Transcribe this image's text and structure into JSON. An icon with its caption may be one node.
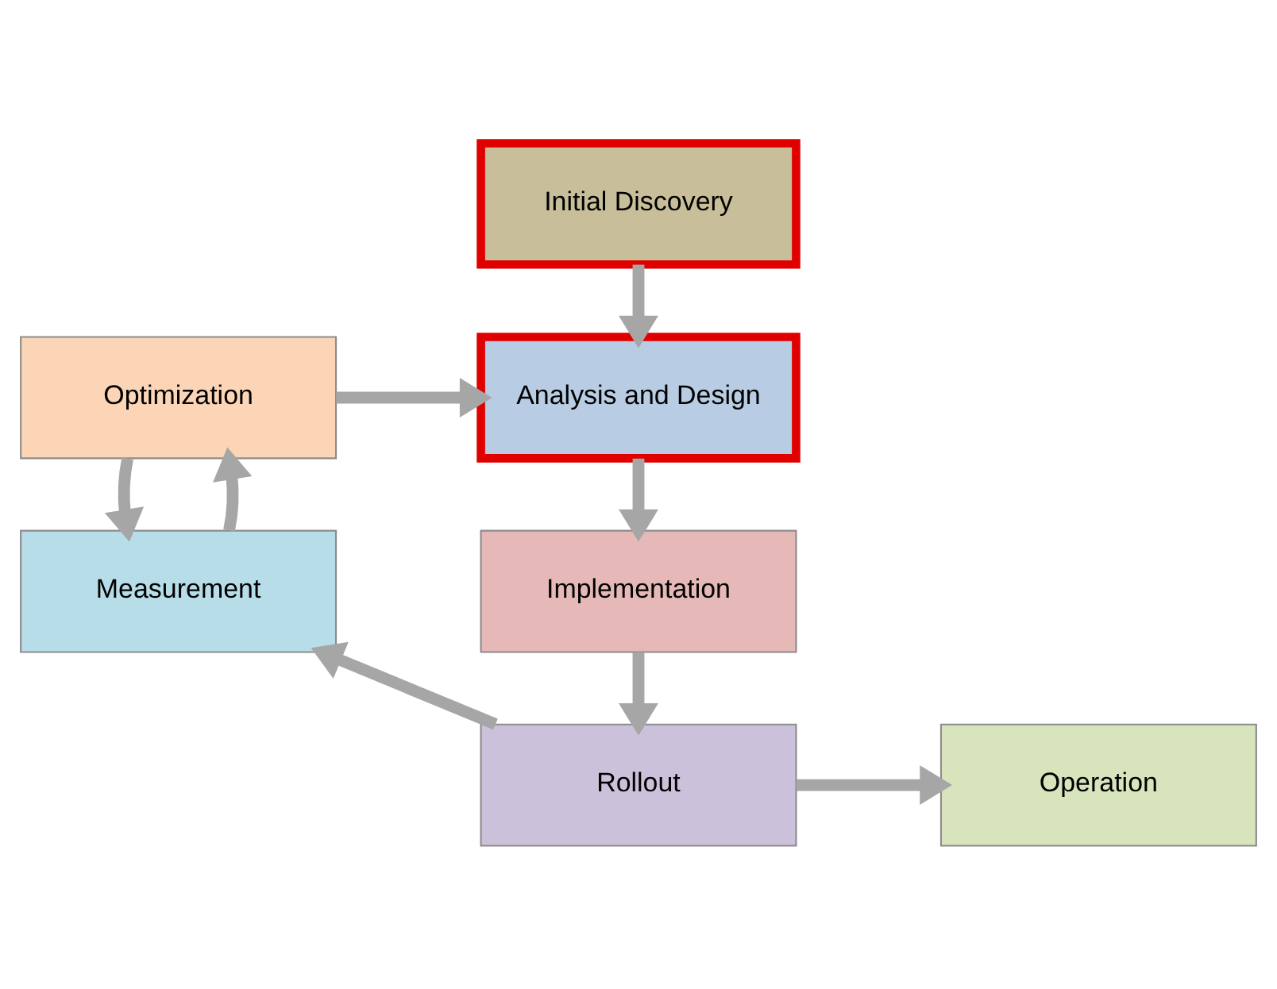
{
  "diagram": {
    "nodes": [
      {
        "text": [
          "Initial Discovery"
        ]
      },
      {
        "text": [
          "Optimization"
        ]
      },
      {
        "text": [
          "Analysis and Design"
        ]
      },
      {
        "text": [
          "Measurement"
        ]
      },
      {
        "text": [
          "Implementation"
        ]
      },
      {
        "text": [
          "Operation"
        ]
      },
      {
        "text": [
          "Rollout"
        ]
      }
    ],
    "edges": [
      {
        "from": 0,
        "to": 2,
        "arrow": "to"
      },
      {
        "from": 1,
        "to": 2,
        "arrow": "to"
      },
      {
        "from": 1,
        "to": 3,
        "arrow": "to"
      },
      {
        "from": 3,
        "to": 1,
        "arrow": "to"
      },
      {
        "from": 2,
        "to": 4,
        "arrow": "to"
      },
      {
        "from": 4,
        "to": 6,
        "arrow": "to"
      },
      {
        "from": 6,
        "to": 5,
        "arrow": "to"
      },
      {
        "from": 6,
        "to": 3,
        "arrow": "to"
      }
    ]
  }
}
